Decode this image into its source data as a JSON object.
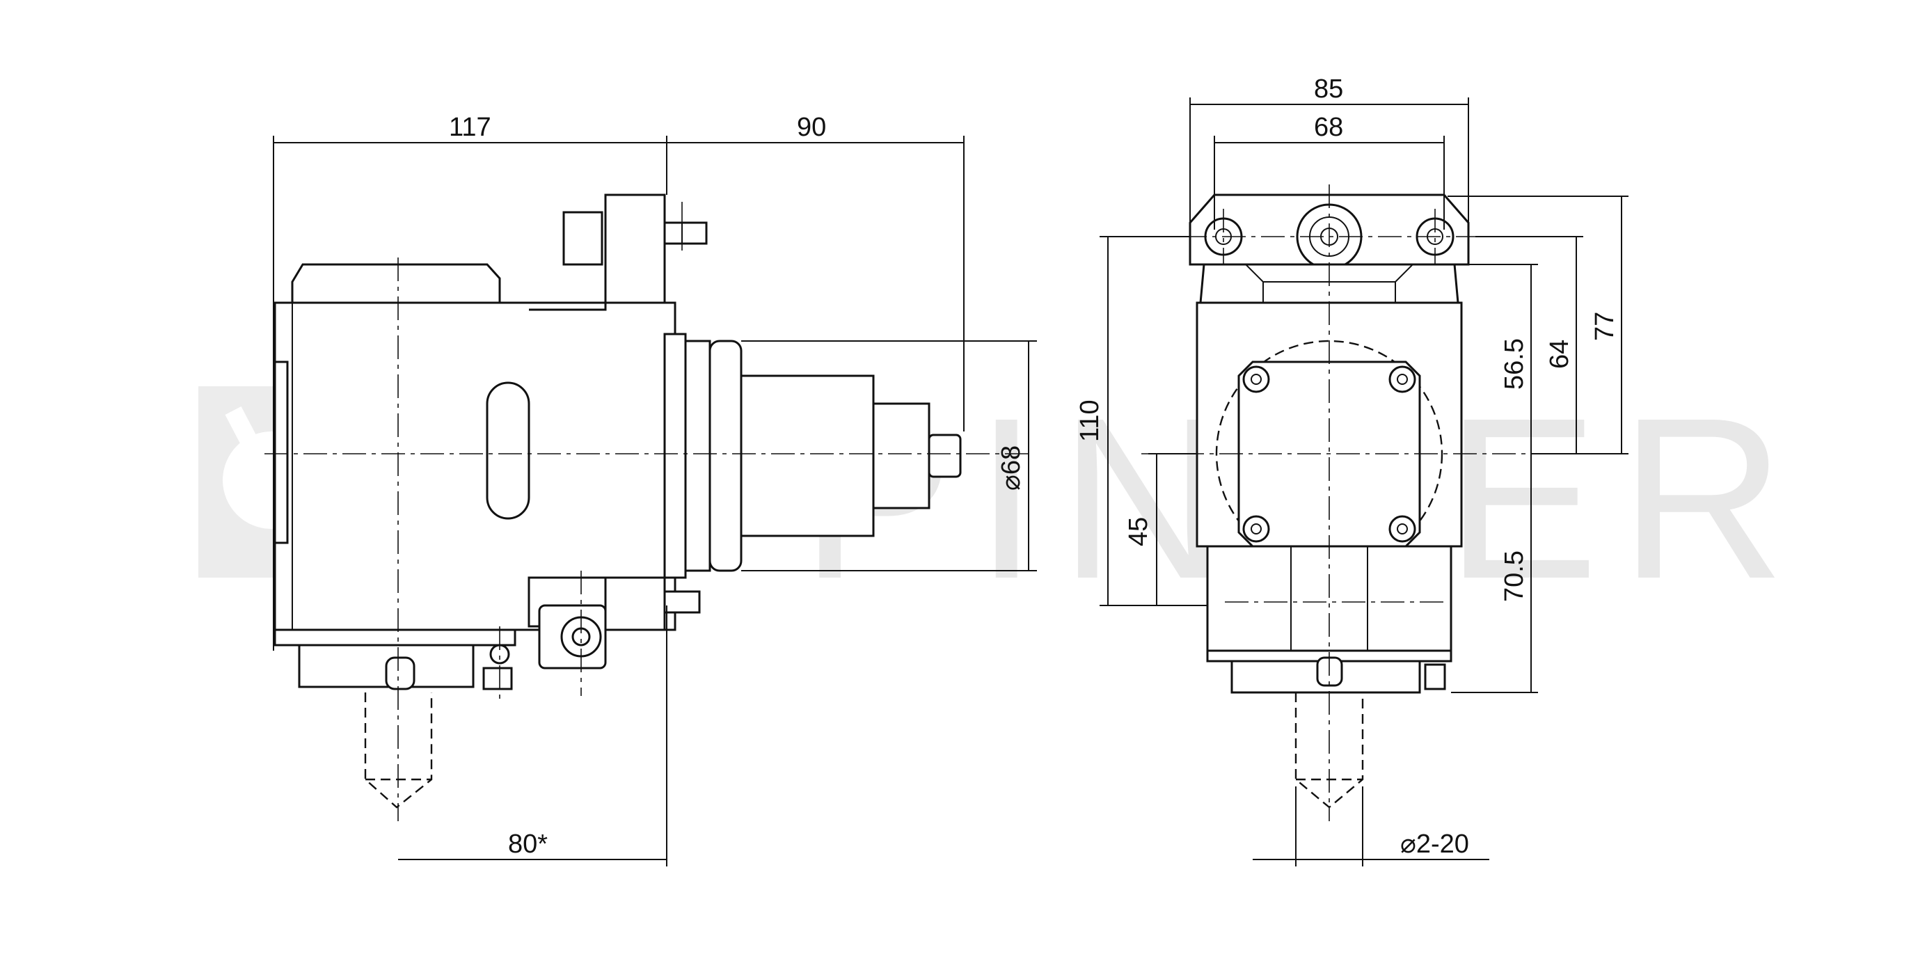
{
  "watermark": {
    "text": "EPPINGER",
    "color": "#e8e8e8"
  },
  "dimensions": {
    "side_width": "117",
    "spindle_length": "90",
    "flange_diameter": "⌀68",
    "axis_offset": "80*",
    "front_width_outer": "85",
    "front_width_inner": "68",
    "front_height": "110",
    "center_height": "45",
    "upper_56": "56.5",
    "upper_64": "64",
    "upper_77": "77",
    "lower_70": "70.5",
    "collet_range": "⌀2-20"
  },
  "colors": {
    "line": "#111111",
    "background": "#ffffff"
  }
}
